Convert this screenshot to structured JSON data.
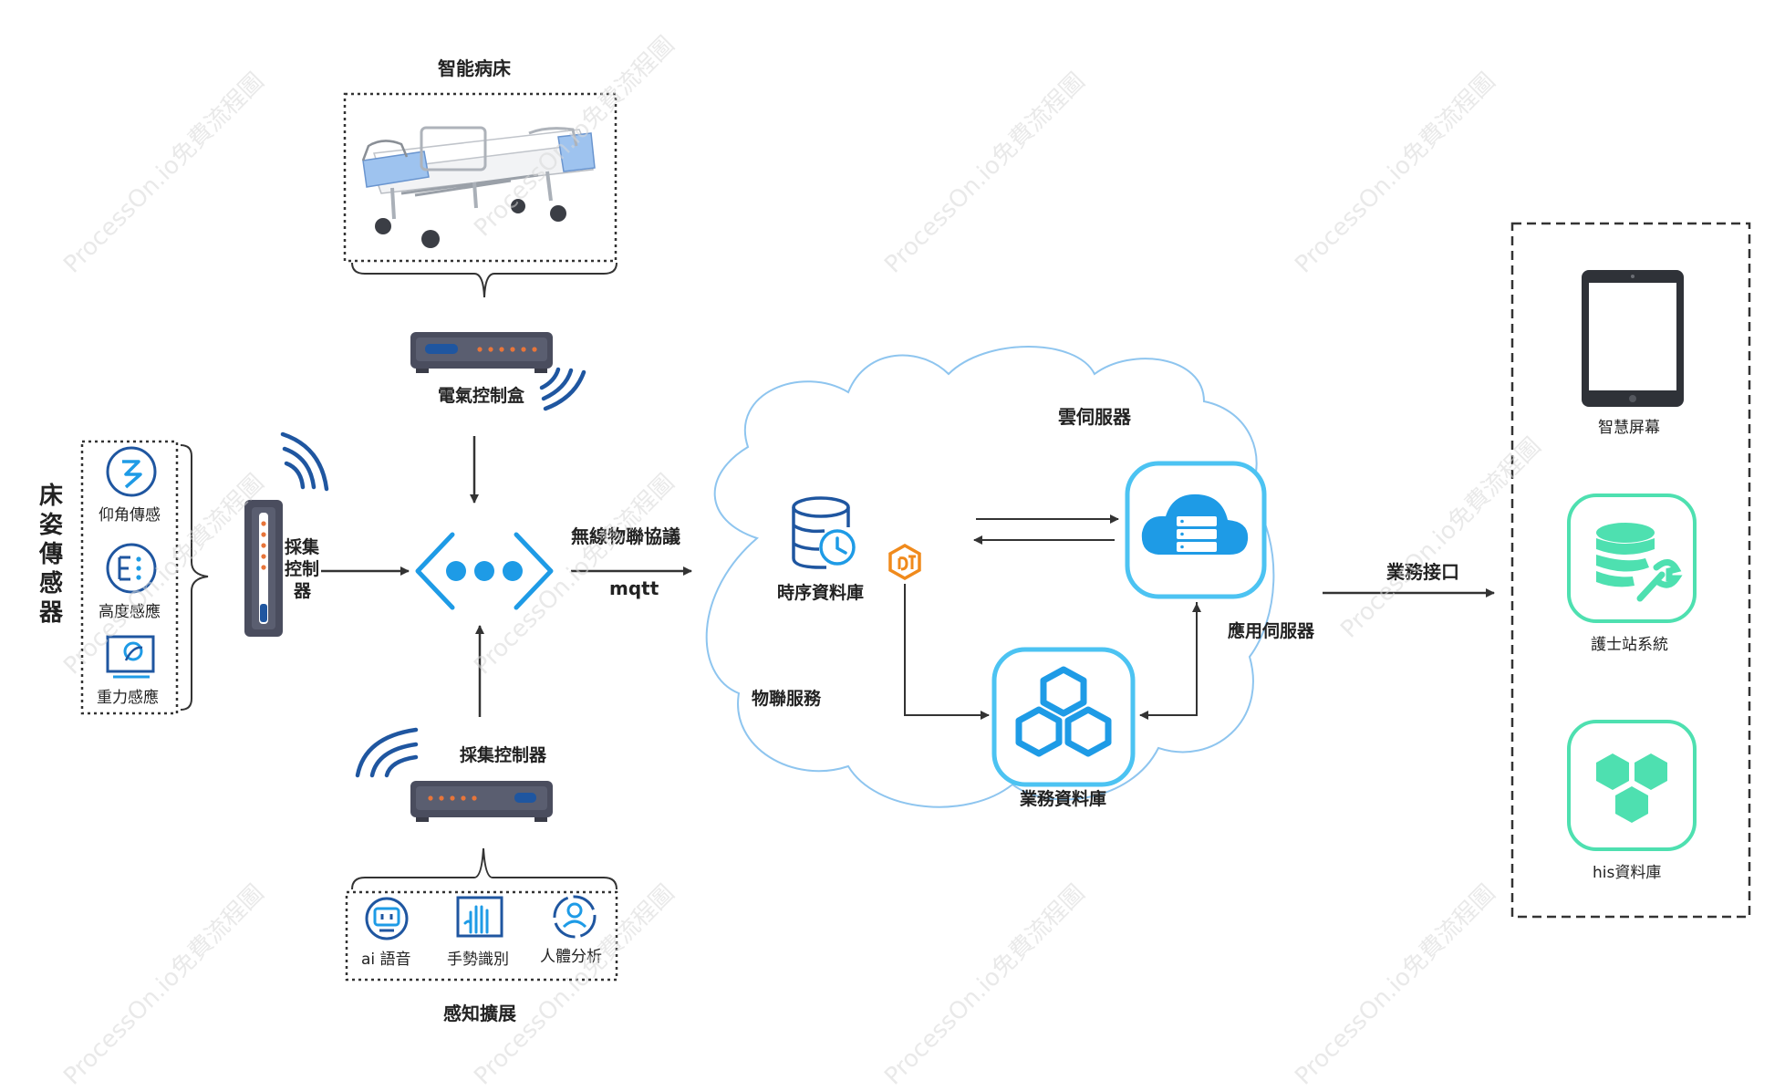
{
  "colors": {
    "accent_blue": "#1e9be6",
    "dark_blue": "#1f56a0",
    "teal": "#4ee0b0",
    "orange": "#f08a1c",
    "device_dark": "#4a4d5e",
    "cloud_outline": "#8ec5ef",
    "arrow": "#333333"
  },
  "bed": {
    "title": "智能病床",
    "image_icon": "hospital-bed-image"
  },
  "electric_box": {
    "label": "電氣控制盒",
    "icon": "router-box-icon"
  },
  "posture_sensors": {
    "title_chars": [
      "床",
      "姿",
      "傳",
      "感",
      "器"
    ],
    "items": [
      {
        "label": "仰角傳感",
        "icon": "angle-sensor-icon"
      },
      {
        "label": "高度感應",
        "icon": "height-sensor-icon"
      },
      {
        "label": "重力感應",
        "icon": "gravity-sensor-icon"
      }
    ]
  },
  "left_controller": {
    "label_lines": [
      "採集",
      "控制",
      "器"
    ],
    "icon": "tower-device-icon"
  },
  "gateway": {
    "icon": "gateway-icon"
  },
  "protocol": {
    "title": "無線物聯協議",
    "subtitle": "mqtt"
  },
  "bottom_controller": {
    "label": "採集控制器",
    "icon": "router-box-icon"
  },
  "perception": {
    "title": "感知擴展",
    "items": [
      {
        "label": "ai 語音",
        "icon": "ai-voice-icon"
      },
      {
        "label": "手勢識別",
        "icon": "gesture-icon"
      },
      {
        "label": "人體分析",
        "icon": "human-analysis-icon"
      }
    ]
  },
  "cloud": {
    "title": "雲伺服器",
    "tsdb_label": "時序資料庫",
    "iot_label": "物聯服務",
    "app_server_label": "應用伺服器",
    "biz_db_label": "業務資料庫"
  },
  "business_interface": {
    "label": "業務接口"
  },
  "terminals": {
    "items": [
      {
        "label": "智慧屏幕",
        "icon": "tablet-icon"
      },
      {
        "label": "護士站系統",
        "icon": "database-tool-icon"
      },
      {
        "label": "his資料庫",
        "icon": "hexagon-cluster-icon"
      }
    ]
  },
  "watermark": "ProcessOn.io免費流程圖"
}
